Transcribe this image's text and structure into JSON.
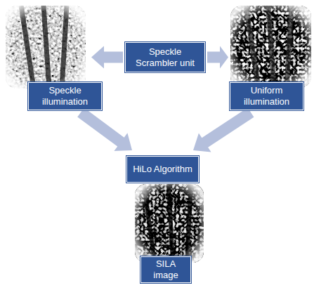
{
  "diagram": {
    "nodes": [
      {
        "text": [
          "Speckle Scrambler unit"
        ]
      },
      {
        "text": [
          "Speckle illumination"
        ]
      },
      {
        "text": [
          "Uniform illumination"
        ]
      },
      {
        "text": [
          "HiLo Algorithm"
        ]
      },
      {
        "text": [
          "SILA image"
        ]
      }
    ],
    "edges": [
      {
        "from": 0,
        "to": 1,
        "arrow": "to"
      },
      {
        "from": 0,
        "to": 2,
        "arrow": "to"
      },
      {
        "from": 1,
        "to": 3,
        "arrow": "to"
      },
      {
        "from": 2,
        "to": 3,
        "arrow": "to"
      }
    ]
  }
}
